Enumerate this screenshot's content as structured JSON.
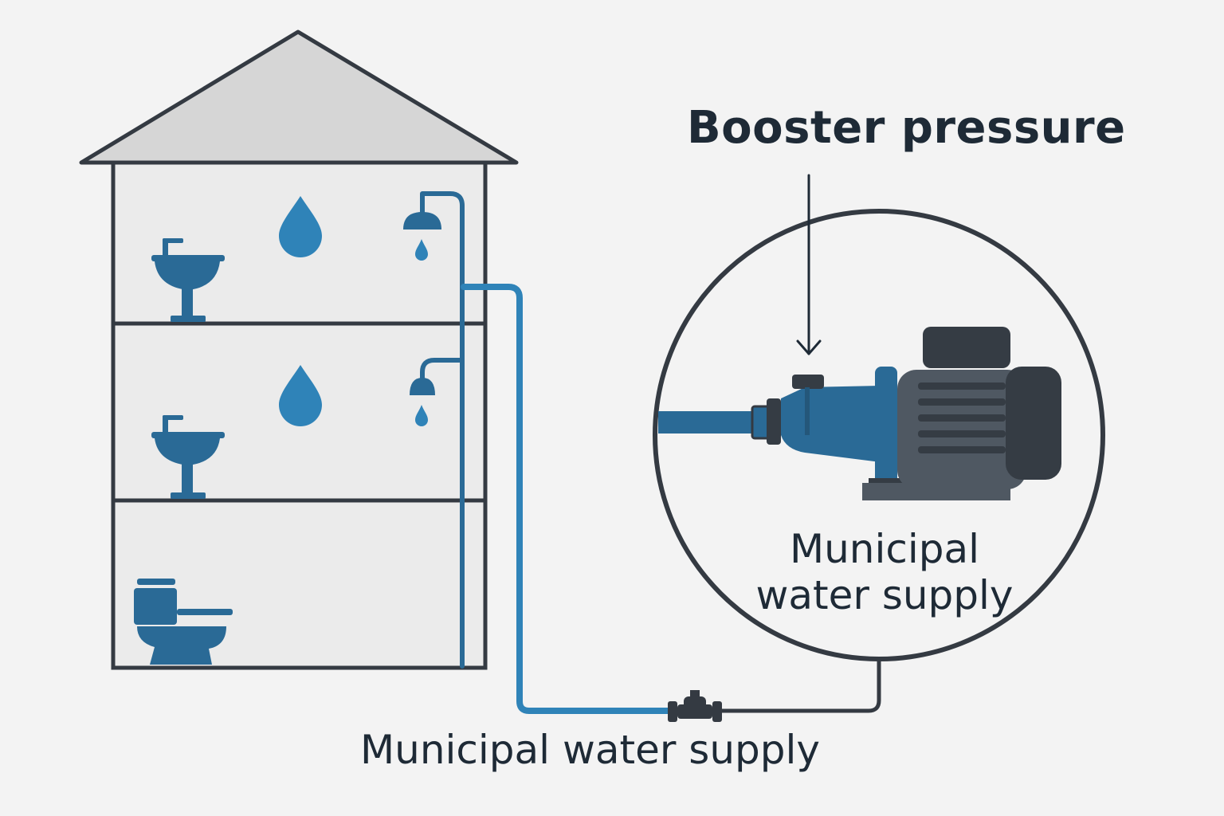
{
  "labels": {
    "booster_pressure": "Booster pressure",
    "inset_line1": "Municipal",
    "inset_line2": "water supply",
    "bottom": "Municipal water supply"
  },
  "colors": {
    "background": "#f3f3f3",
    "outline": "#343a42",
    "water_blue": "#2f83b8",
    "fixture_blue": "#2a6a96",
    "roof_fill": "#d6d6d6",
    "motor_gray": "#4f5862",
    "motor_dark": "#353c44"
  },
  "icons": [
    "sink-icon",
    "shower-icon",
    "water-drop-icon",
    "toilet-icon",
    "valve-icon",
    "booster-pump-icon",
    "arrow-down-icon"
  ]
}
